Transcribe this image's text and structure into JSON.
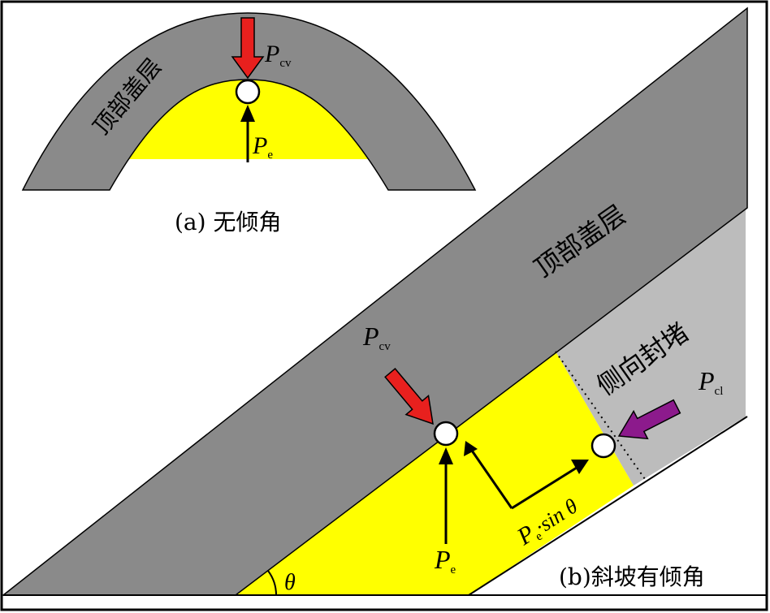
{
  "panel_a": {
    "caption": "(a) 无倾角",
    "cap_rock_label": "顶部盖层",
    "force_top": {
      "symbol": "P",
      "subscript": "cv"
    },
    "force_bottom": {
      "symbol": "P",
      "subscript": "e"
    }
  },
  "panel_b": {
    "caption": "(b)斜坡有倾角",
    "cap_rock_label": "顶部盖层",
    "lateral_seal_label": "侧向封堵",
    "force_cv": {
      "symbol": "P",
      "subscript": "cv"
    },
    "force_cl": {
      "symbol": "P",
      "subscript": "cl"
    },
    "force_e": {
      "symbol": "P",
      "subscript": "e"
    },
    "force_component": {
      "symbol": "P",
      "subscript": "e",
      "suffix": "·sin θ"
    },
    "angle_label": "θ"
  },
  "colors": {
    "cap_rock": "#8a8a8a",
    "lateral_seal": "#bcbcbc",
    "reservoir": "#ffff00",
    "arrow_cv": "#e8201e",
    "arrow_cl": "#8c1a8c",
    "arrow_black": "#000000"
  }
}
